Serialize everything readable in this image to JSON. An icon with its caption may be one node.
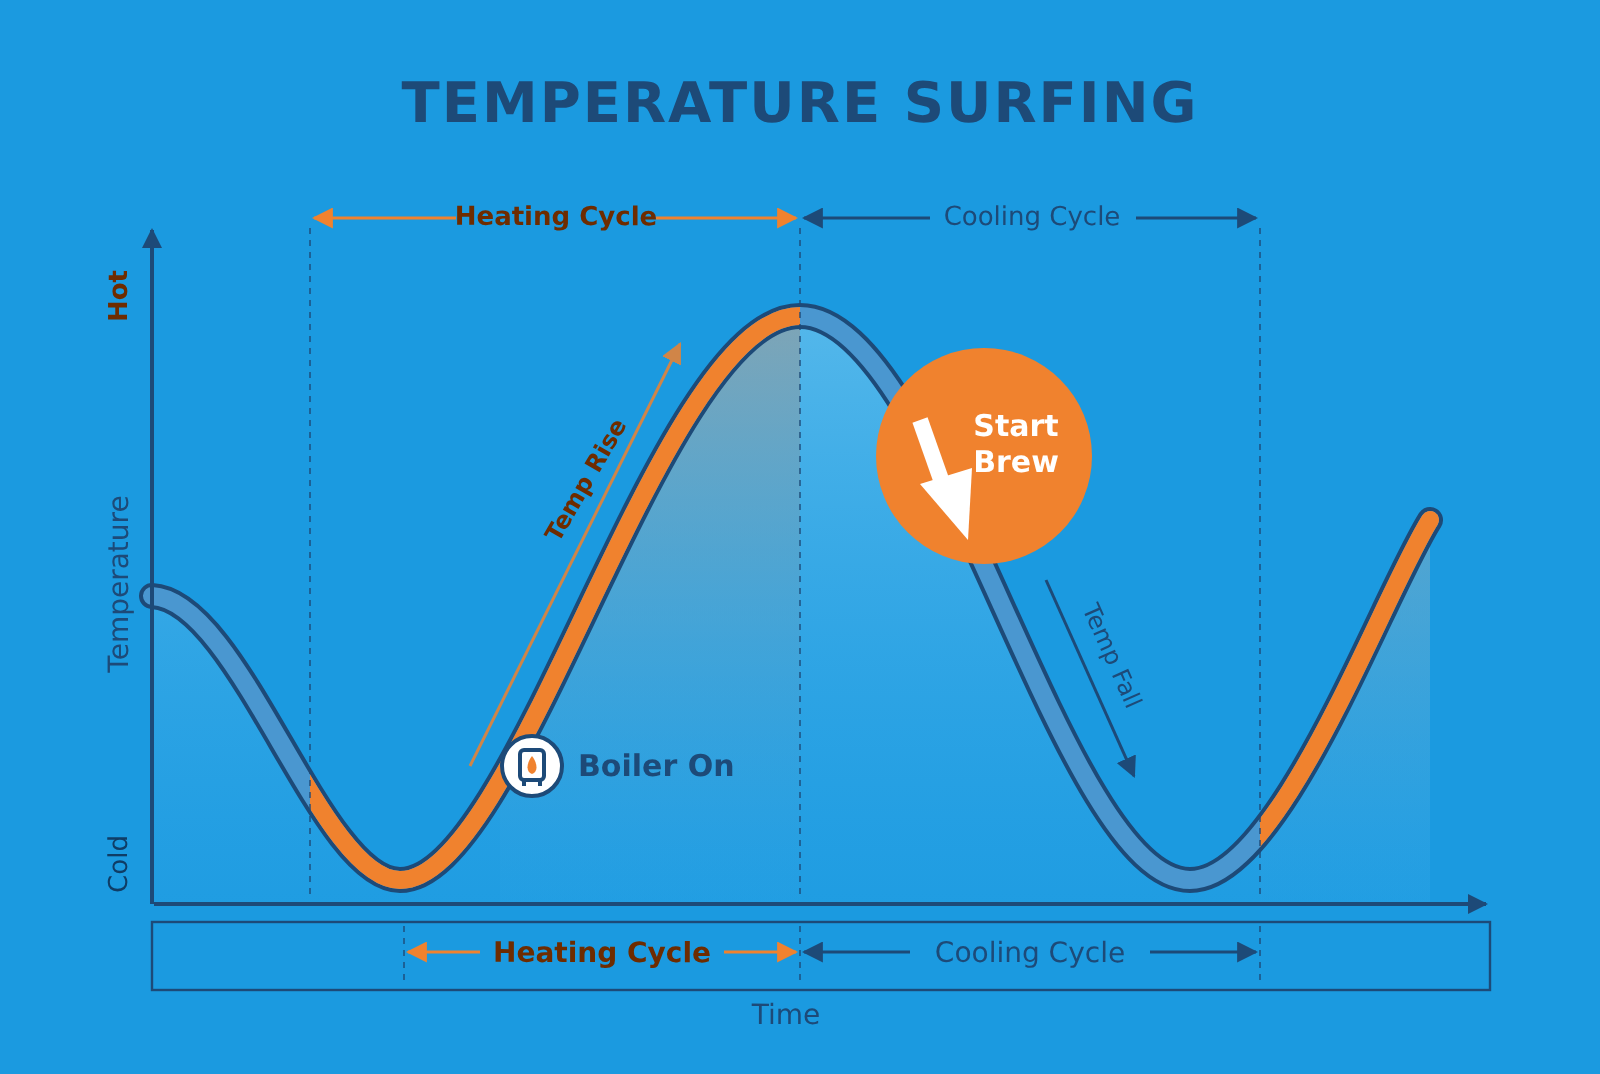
{
  "diagram": {
    "title": "TEMPERATURE SURFING",
    "nodes": [
      {
        "text": [
          "Boiler On"
        ]
      },
      {
        "text": [
          "Start Brew"
        ]
      }
    ],
    "labels": [
      "Heating Cycle",
      "Cooling Cycle",
      "Hot",
      "Temperature",
      "Temp Rise",
      "Temp Fall",
      "Cold",
      "Heating Cycle",
      "Cooling Cycle",
      "Time"
    ]
  }
}
